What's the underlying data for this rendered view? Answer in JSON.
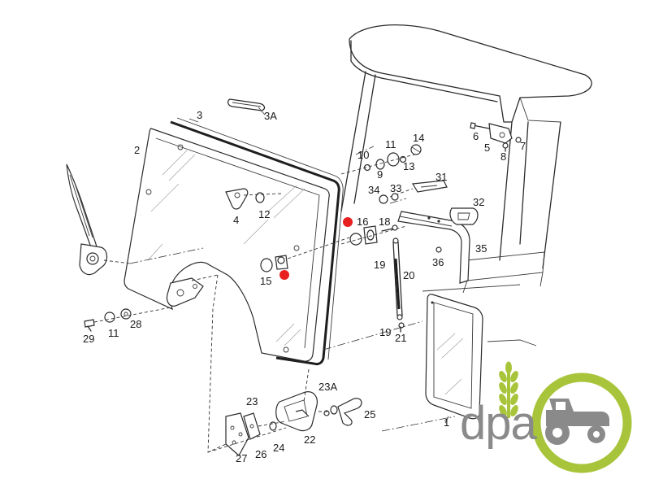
{
  "callouts": [
    {
      "text": "3A"
    },
    {
      "text": "3"
    },
    {
      "text": "2"
    },
    {
      "text": "4"
    },
    {
      "text": "12"
    },
    {
      "text": "15"
    },
    {
      "text": "10"
    },
    {
      "text": "9"
    },
    {
      "text": "11"
    },
    {
      "text": "14"
    },
    {
      "text": "13"
    },
    {
      "text": "6"
    },
    {
      "text": "5"
    },
    {
      "text": "7"
    },
    {
      "text": "8"
    },
    {
      "text": "31"
    },
    {
      "text": "34"
    },
    {
      "text": "33"
    },
    {
      "text": "32"
    },
    {
      "text": "16"
    },
    {
      "text": "18"
    },
    {
      "text": "35"
    },
    {
      "text": "19"
    },
    {
      "text": "36"
    },
    {
      "text": "20"
    },
    {
      "text": "19"
    },
    {
      "text": "21"
    },
    {
      "text": "29"
    },
    {
      "text": "11"
    },
    {
      "text": "28"
    },
    {
      "text": "1"
    },
    {
      "text": "23A"
    },
    {
      "text": "23"
    },
    {
      "text": "25"
    },
    {
      "text": "22"
    },
    {
      "text": "24"
    },
    {
      "text": "27"
    },
    {
      "text": "26"
    }
  ],
  "highlight_color": "#e8201f",
  "logo": {
    "text": "dpa",
    "text_color": "#8a8a8a",
    "accent_color": "#a8c43a",
    "icons": [
      "wheat-icon",
      "tractor-icon"
    ]
  }
}
